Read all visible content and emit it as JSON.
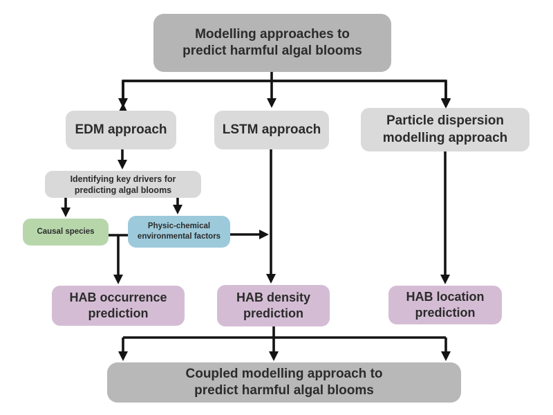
{
  "diagram": {
    "title": "Modelling approaches to predict harmful algal blooms flowchart",
    "background_color": "#ffffff",
    "line_color": "#141414",
    "text_color": "#2b2b2b",
    "nodes": {
      "root": {
        "label": "Modelling approaches  to\npredict harmful algal blooms",
        "color": "#b5b5b5"
      },
      "edm": {
        "label": "EDM approach",
        "color": "#dadada"
      },
      "lstm": {
        "label": "LSTM approach",
        "color": "#dadada"
      },
      "particle": {
        "label": "Particle dispersion\nmodelling approach",
        "color": "#dadada"
      },
      "identifying": {
        "label": "Identifying key drivers for\npredicting algal blooms",
        "color": "#d9d9d9"
      },
      "causal": {
        "label": "Causal species",
        "color": "#b7d7ab"
      },
      "physic": {
        "label": "Physic-chemical\nenvironmental factors",
        "color": "#9dcadb"
      },
      "hab_occurrence": {
        "label": "HAB occurrence\nprediction",
        "color": "#d4bdd4"
      },
      "hab_density": {
        "label": "HAB density\nprediction",
        "color": "#d4bdd4"
      },
      "hab_location": {
        "label": "HAB location\nprediction",
        "color": "#d4bdd4"
      },
      "coupled": {
        "label": "Coupled modelling approach  to\npredict harmful algal blooms",
        "color": "#b8b8b8"
      }
    },
    "edges": [
      {
        "from": "root",
        "to": "edm"
      },
      {
        "from": "root",
        "to": "lstm"
      },
      {
        "from": "root",
        "to": "particle"
      },
      {
        "from": "edm",
        "to": "identifying"
      },
      {
        "from": "identifying",
        "to": "causal"
      },
      {
        "from": "identifying",
        "to": "physic"
      },
      {
        "from": "causal",
        "to": "hab_occurrence"
      },
      {
        "from": "physic",
        "to": "hab_occurrence"
      },
      {
        "from": "physic",
        "to": "lstm"
      },
      {
        "from": "lstm",
        "to": "hab_density"
      },
      {
        "from": "particle",
        "to": "hab_location"
      },
      {
        "from": "hab_occurrence",
        "to": "coupled"
      },
      {
        "from": "hab_density",
        "to": "coupled"
      },
      {
        "from": "hab_location",
        "to": "coupled"
      }
    ]
  }
}
